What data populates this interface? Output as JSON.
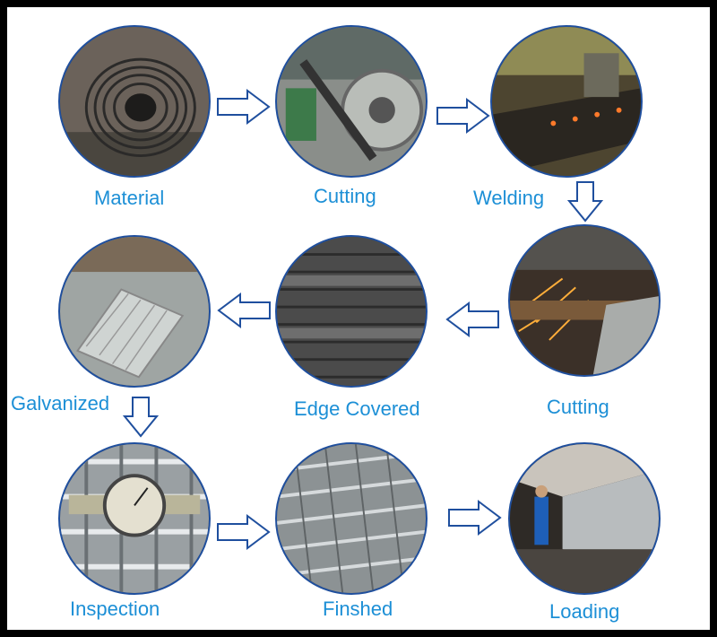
{
  "steps": [
    {
      "id": "material",
      "label": "Material"
    },
    {
      "id": "cutting-1",
      "label": "Cutting"
    },
    {
      "id": "welding",
      "label": "Welding"
    },
    {
      "id": "edge-covered",
      "label": "Edge Covered"
    },
    {
      "id": "cutting-2",
      "label": "Cutting"
    },
    {
      "id": "galvanized",
      "label": "Galvanized"
    },
    {
      "id": "inspection",
      "label": "Inspection"
    },
    {
      "id": "finished",
      "label": "Finshed"
    },
    {
      "id": "loading",
      "label": "Loading"
    }
  ],
  "colors": {
    "label": "#1c8fd6",
    "circle_border": "#1f4f9e",
    "arrow_stroke": "#1f4f9e",
    "background": "#000000",
    "panel": "#ffffff"
  }
}
